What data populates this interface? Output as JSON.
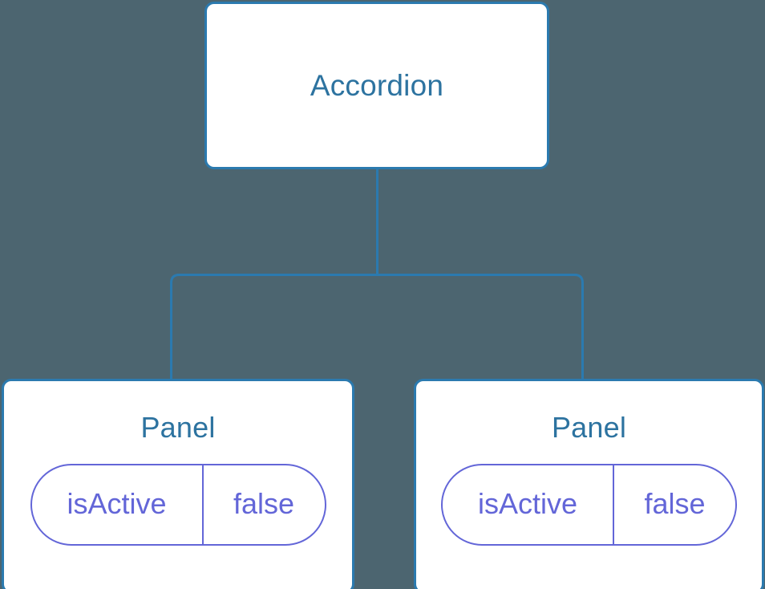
{
  "theme": {
    "background_color": "#4c6570",
    "node_border_color": "#2b7aaf",
    "node_fill_color": "#ffffff",
    "node_title_color": "#2d73a0",
    "connector_color": "#2b7aaf",
    "state_accent_color": "#6366d8"
  },
  "tree": {
    "root": {
      "label": "Accordion"
    },
    "children": [
      {
        "label": "Panel",
        "state": {
          "key": "isActive",
          "value": "false"
        }
      },
      {
        "label": "Panel",
        "state": {
          "key": "isActive",
          "value": "false"
        }
      }
    ]
  }
}
